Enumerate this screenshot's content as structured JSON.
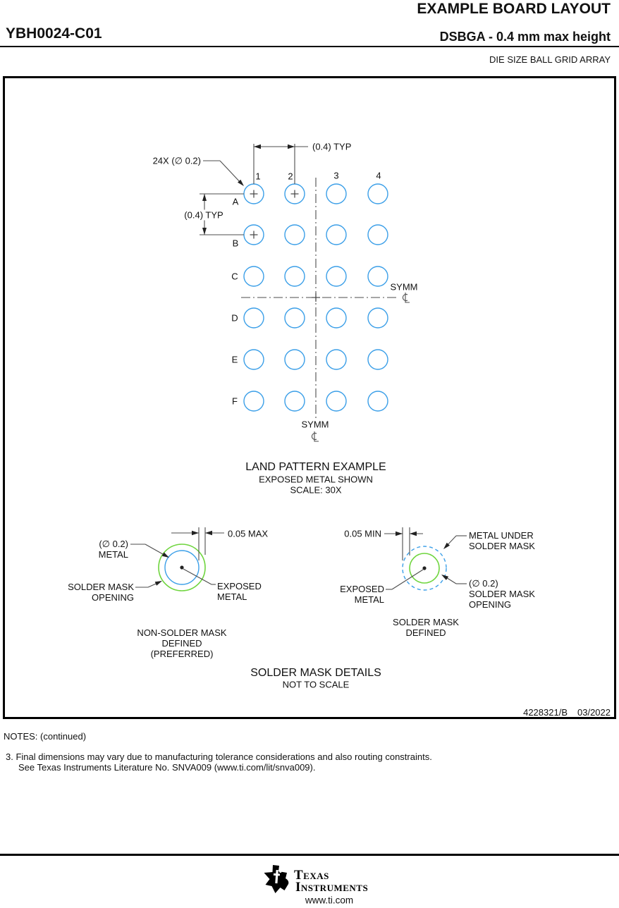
{
  "header": {
    "doc_title": "EXAMPLE BOARD LAYOUT",
    "part_number": "YBH0024-C01",
    "package_desc": "DSBGA - 0.4 mm max height",
    "package_family": "DIE SIZE BALL GRID ARRAY"
  },
  "land_pattern": {
    "title": "LAND PATTERN EXAMPLE",
    "subtitle_1": "EXPOSED METAL SHOWN",
    "subtitle_2": "SCALE: 30X",
    "column_labels": [
      "1",
      "2",
      "3",
      "4"
    ],
    "row_labels": [
      "A",
      "B",
      "C",
      "D",
      "E",
      "F"
    ],
    "pitch_horizontal": "(0.4) TYP",
    "pitch_vertical": "(0.4) TYP",
    "pad_callout": "24X (∅ 0.2)",
    "symm_label_right": "SYMM",
    "symm_label_bottom": "SYMM"
  },
  "solder_mask_details": {
    "title": "SOLDER MASK DETAILS",
    "subtitle": "NOT TO SCALE",
    "nsmd": {
      "gap_dim": "0.05 MAX",
      "metal_line1": "(∅ 0.2)",
      "metal_line2": "METAL",
      "opening_line1": "SOLDER MASK",
      "opening_line2": "OPENING",
      "exposed_line1": "EXPOSED",
      "exposed_line2": "METAL",
      "caption_line1": "NON-SOLDER MASK",
      "caption_line2": "DEFINED",
      "caption_line3": "(PREFERRED)"
    },
    "smd": {
      "gap_dim": "0.05 MIN",
      "metal_under_line1": "METAL UNDER",
      "metal_under_line2": "SOLDER MASK",
      "opening_line1": "(∅ 0.2)",
      "opening_line2": "SOLDER MASK",
      "opening_line3": "OPENING",
      "exposed_line1": "EXPOSED",
      "exposed_line2": "METAL",
      "caption_line1": "SOLDER MASK",
      "caption_line2": "DEFINED"
    }
  },
  "title_block": {
    "drawing_number": "4228321/B",
    "revision_date": "03/2022"
  },
  "notes": {
    "heading": "NOTES: (continued)",
    "note_3_line1": "3. Final dimensions may vary due to manufacturing tolerance considerations and also routing constraints.",
    "note_3_line2": "See Texas Instruments Literature No. SNVA009 (www.ti.com/lit/snva009)."
  },
  "footer": {
    "brand_line1": "Texas",
    "brand_line2": "Instruments",
    "website": "www.ti.com"
  },
  "colors": {
    "pad_blue": "#3b9fe8",
    "mask_green": "#6fd53e",
    "line": "#4d4d4d",
    "text": "#111111"
  }
}
